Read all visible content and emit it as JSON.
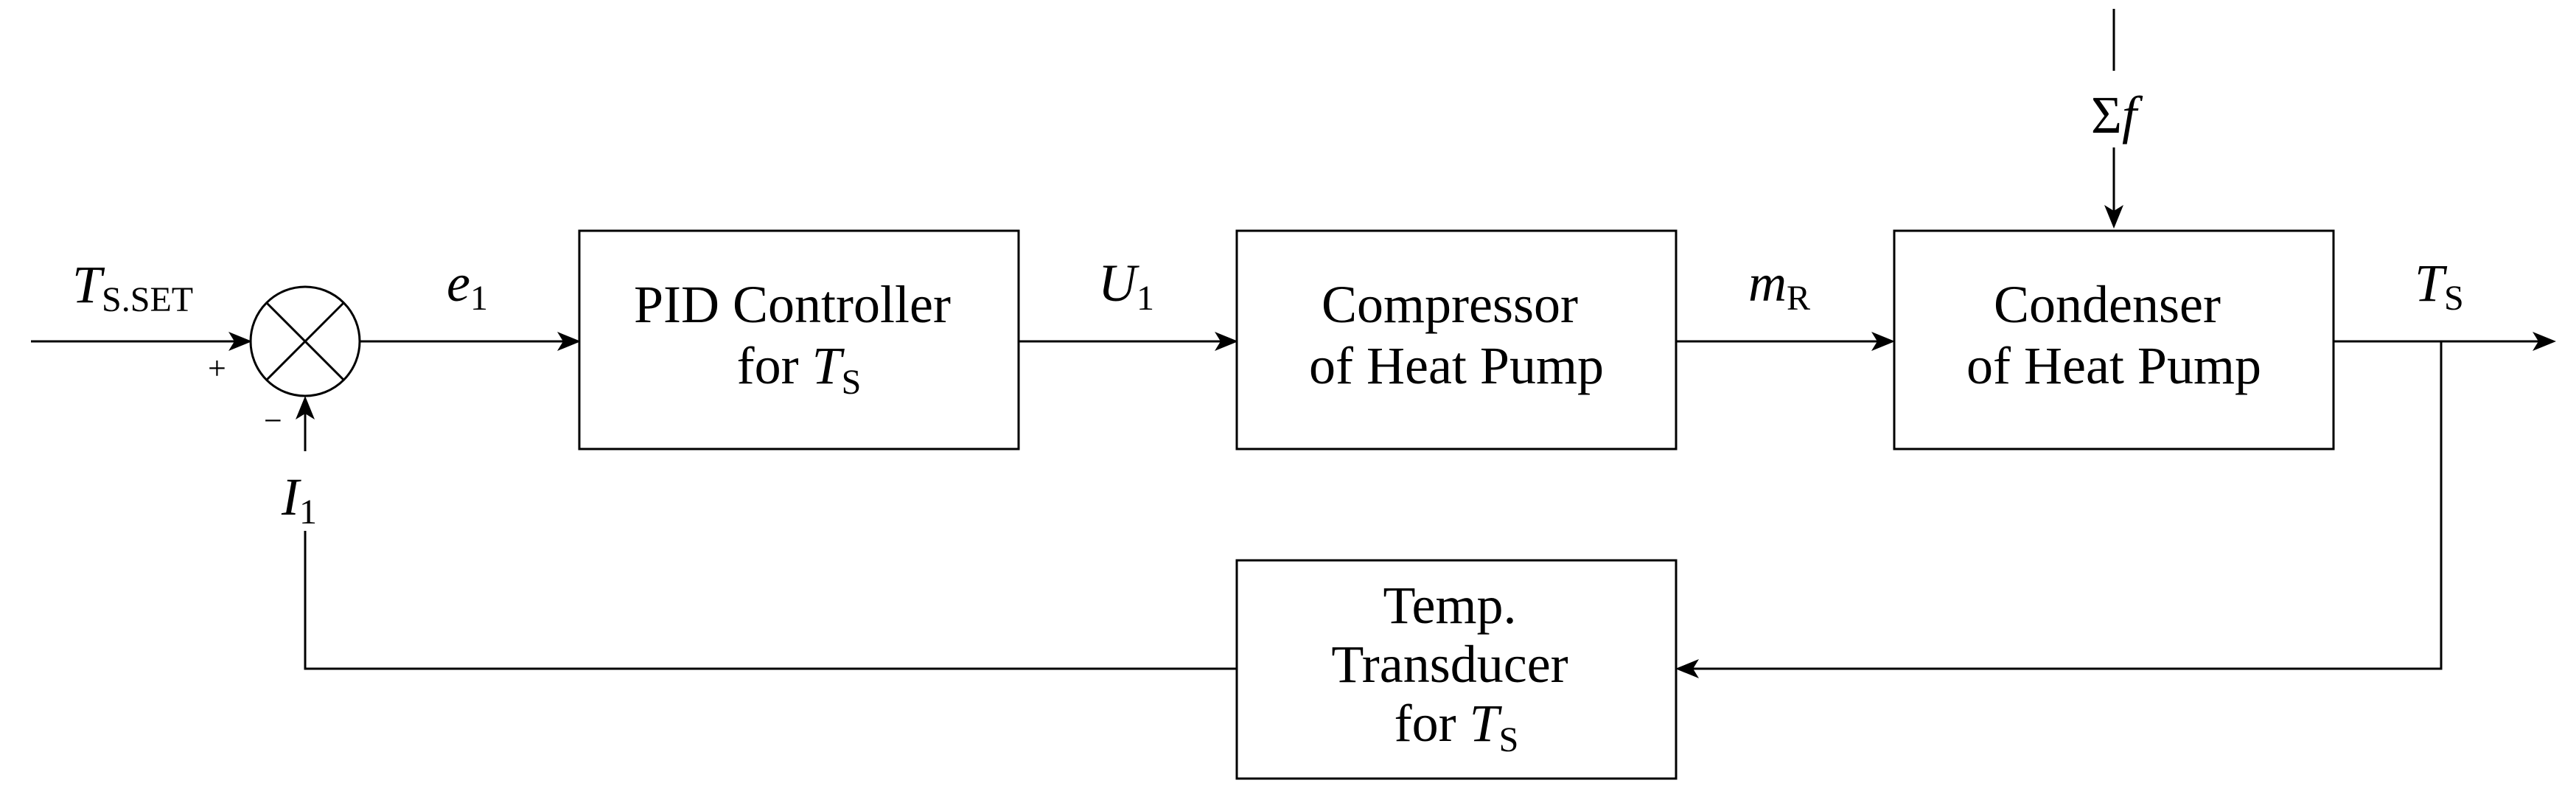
{
  "blocks": {
    "pid": {
      "line1": "PID Controller",
      "line2_prefix": "for ",
      "line2_var": "T",
      "line2_sub": "S"
    },
    "compressor": {
      "line1": "Compressor",
      "line2": "of Heat Pump"
    },
    "condenser": {
      "line1": "Condenser",
      "line2": "of Heat Pump"
    },
    "transducer": {
      "line1": "Temp.",
      "line2": "Transducer",
      "line3_prefix": "for ",
      "line3_var": "T",
      "line3_sub": "S"
    }
  },
  "signals": {
    "setpoint": {
      "var": "T",
      "sub": "S.SET"
    },
    "error": {
      "var": "e",
      "sub": "1"
    },
    "control": {
      "var": "U",
      "sub": "1"
    },
    "mass_flow": {
      "var": "m",
      "sub": "R"
    },
    "output": {
      "var": "T",
      "sub": "S"
    },
    "feedback": {
      "var": "I",
      "sub": "1"
    },
    "disturbance": {
      "sigma": "Σ",
      "var": "f"
    }
  },
  "summing_junction": {
    "plus": "+",
    "minus": "−"
  },
  "colors": {
    "disturbance": "#ee1c1c",
    "line": "#000000"
  }
}
